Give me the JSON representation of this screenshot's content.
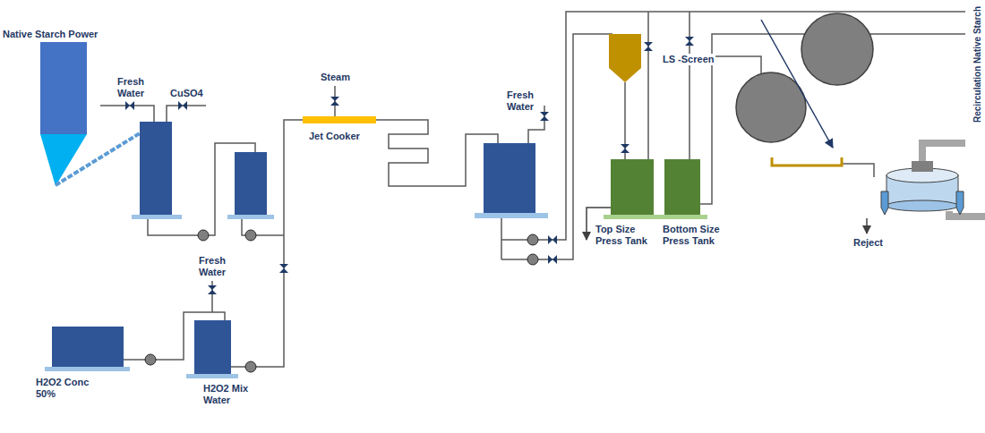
{
  "diagram": {
    "nodes": [
      {
        "text": [
          "Native Starch Power"
        ]
      },
      {
        "text": [
          "Jet Cooker"
        ]
      },
      {
        "text": [
          "LS -Screen"
        ]
      },
      {
        "text": [
          "Top Size Press Tank"
        ]
      },
      {
        "text": [
          "Bottom Size Press Tank"
        ]
      },
      {
        "text": [
          "H2O2 Conc 50%"
        ]
      },
      {
        "text": [
          "H2O2 Mix Water"
        ]
      }
    ],
    "edges": [
      {
        "from": 5,
        "to": 6,
        "arrow": "none"
      },
      {
        "from": 6,
        "to": 1,
        "arrow": "none"
      },
      {
        "from": 2,
        "to": 3,
        "arrow": "none"
      }
    ],
    "labels": [
      "Fresh Water",
      "CuSO4",
      "Steam",
      "Fresh Water",
      "Fresh Water",
      "Reject",
      "Recirculation Native Starch"
    ]
  }
}
